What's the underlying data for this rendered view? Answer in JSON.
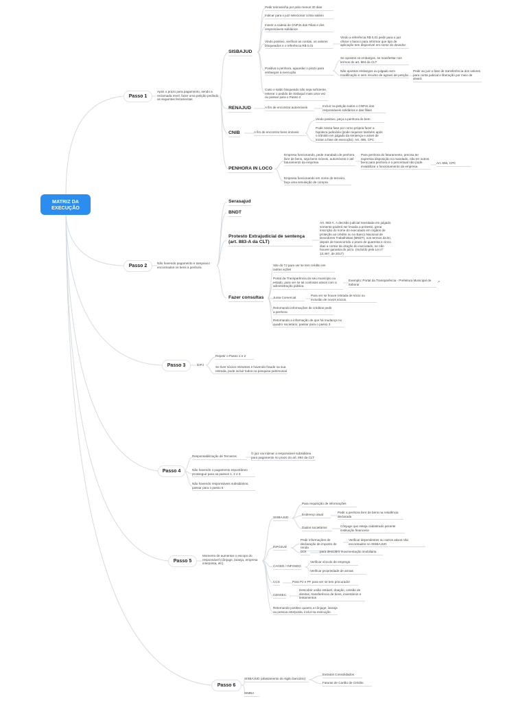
{
  "root": "MATRIZ DA EXECUÇÃO",
  "passo1": {
    "label": "Passo 1",
    "desc": "Após o prazo para pagamento, sendo a reclamada revel, fazer uma petição pedindo as seguintes ferramentas",
    "sisbajud": {
      "label": "SISBAJUD",
      "i1": "Pedir teimosinha por pelo menos 30 dias",
      "i2": "Indicar para o juiz selecionar conta salário",
      "i3": "Inserir a cadeia de CNPJs das Filias e dos responsáveis solidários",
      "i4": "Vindo positivo, verificar as contas, os valores bloqueados e o referência R$ 0,01",
      "i4a": "Vindo a referência R$ 0,01 pedir para o juiz oficiar o banco para informar que tipo de aplicação tem disponível em nome do devedor",
      "i5": "Positiva a penhora, aguardar o prazo para embargos à execução",
      "i5a": "Se opostos os embargos, se manifestar nos termos do art. 884 da CLT",
      "i5b": "Não opostos embargos ou julgado sem modificação e sem recurso de agravo de petição",
      "i5c": "Pedir ao juiz a fase de transferência dos valores para conta judicial e liberação por meio de alvará",
      "i6": "Caso o saldo bloqueado não seja suficiente, reiterar o pedido de Sisbajud mais uma vez ou passar para o Passo 2"
    },
    "renajud": {
      "label": "RENAJUD",
      "desc": "A fim de encontrar automóveis",
      "note": "Incluir na petição todos o CNPJs dos responsáveis solidários e das filiais"
    },
    "cnib": {
      "label": "CNIB",
      "desc": "A fim de encontrar bens imóveis",
      "a": "Vindo positivo, peça a penhora do bem",
      "b": "Pode nessa fase por como própria fazer a hipoteca judiciária (pode requerer também após o trânsito em julgado da sentença e antes de iniciar a fase de execução). Art. 495, CPC"
    },
    "penhora": {
      "label": "PENHORA IN LOCO",
      "a": "Empresa funcionando, pede mandado de penhora livre de bens, seja bens móveis, automóveis e até faturamento da empresa",
      "a1": "Para penhora do faturamento, precisa ter expressa disposição no mandado, não ter outros bens para penhora e o percentual não pode inviabilizar o funcionamento da empresa.",
      "a2": "Art. 866, CPC",
      "b": "Empresa funcionando em nome de terceiro, faça uma simulação de compra"
    }
  },
  "passo2": {
    "label": "Passo 2",
    "desc": "Não havendo pagamento e tampouco encontrados os bens à penhora",
    "serasajud": "Serasajud",
    "bndt": "BNDT",
    "protesto": "Protesto Extrajudicial de sentença (art. 883-A da CLT)",
    "protesto_note": "Art. 883-A. A decisão judicial transitada em julgado somente poderá ser levada a protesto, gerar inscrição do nome do executado em órgãos de proteção ao crédito ou no Banco Nacional de Devedores Trabalhistas (BNDT), nos termos da lei, depois de transcorrido o prazo de quarenta e cinco dias a contar da citação do executado, se não houver garantia do juízo. (Incluído pela Lei nº 13.467, de 2017)",
    "consultas": {
      "label": "Fazer consultas",
      "a": "Site do TJ para ver se tem crédito em outras ações",
      "b": "Portal da Transparência do seu município ou estado, para ver se tal contratos ativos com a administração pública",
      "b1": "Exemplo: Portal da Transparência - Prefeitura Municipal de Itaboraí",
      "c": "Junta Comercial",
      "c1": "Para ver se houve retirada de sócio ou inclusão de novos sócios.",
      "d": "Retornando informações de créditos pedir a penhora",
      "e": "Retornando a informação de que há mudança no quadro societário, passar para o passo 3"
    }
  },
  "passo3": {
    "label": "Passo 3",
    "idpj": "IDPJ",
    "a": "Repetir o Passo 1 e 2",
    "b": "Se tiver sócios retirantes e havendo fraude na sua retirada, pode incluir todos na pesquisa patrimonial"
  },
  "passo4": {
    "label": "Passo 4",
    "a": "Responsabilização de Terceiros",
    "a1": "O juiz vai intimar a responsável subsidiária para pagamento no prazo do art. 884 da CLT",
    "b": "Não havendo o pagamento espontâneo prosseguir para os passos 1, 2 e 3",
    "c": "Não havendo responsáveis subsidiários, passar para o passo 5"
  },
  "passo5": {
    "label": "Passo 5",
    "desc": "Momento de aumentar o escopo do responsável (cônjuge, laranja, empresa interposta, etc).",
    "sisbajud": "SISBAJUD",
    "s1": "Para requisição de informações",
    "s2": "Endereço atual",
    "s2a": "Pedir a penhora livre de bens na residência declarada",
    "s3": "Dados societários",
    "s3a": "Cônjuge que esteja cadastrado perante instituição financeira",
    "infojud": "INFOJUD",
    "j1": "Pedir informações de declaração de imposto de renda",
    "j1a": "Verificar dependentes ou outros ativos não encontrados no SISBAJUD",
    "j2": "DOI",
    "j2a": "para descobrir movimentação imobiliária",
    "caged": "CAGED / INFOSEG",
    "g1": "Verificar vínculo de emprego",
    "g2": "Verificar propriedade de armas",
    "ccs": "CCS",
    "ccs1": "Para PJ e PF para ver se tem procurador",
    "censec": "CENSEC",
    "censec1": "Descobrir união estável, doação, cessão de direitos, transferência de bens, inventários e testamentos",
    "final": "Retornando positivo quanto a cônjuge, laranja ou pessoa interposta, incluí-na execução."
  },
  "passo6": {
    "label": "Passo 6",
    "a": "SISBAJUD (afastamento do sigilo bancário)",
    "a1": "Extratos Consolidados",
    "a2": "Faturas de Cartão de Crédito",
    "b": "SIMBA"
  },
  "colors": {
    "root": "#2b8df0",
    "link": "#d5dbe0"
  }
}
